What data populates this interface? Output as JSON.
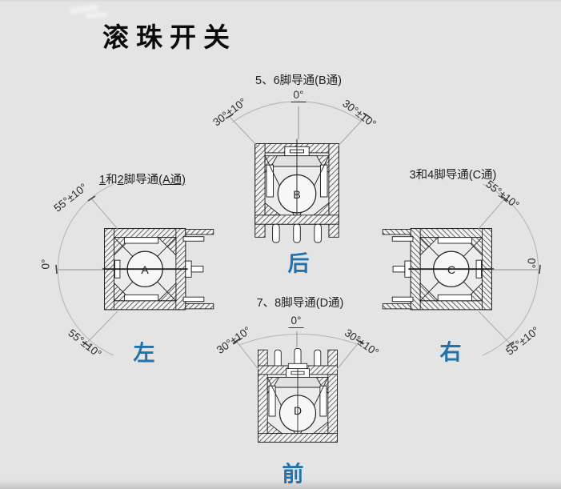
{
  "page": {
    "title": "滚珠开关",
    "background_color": "#e4e4e4",
    "line_color": "#222222",
    "dimension_color": "#b0b0b0",
    "accent_blue": "#2273ab"
  },
  "views": {
    "back": {
      "caption": "5、6脚导通(B通)",
      "zero": "0°",
      "angle_left": "30°±10°",
      "angle_right": "30°±10°",
      "letter": "B",
      "direction": "后"
    },
    "left": {
      "caption_segments": {
        "s1": "1",
        "s2": "和",
        "s3": "2",
        "s4": "脚导通",
        "s5": "(A通)"
      },
      "zero": "0°",
      "angle_top": "55°±10°",
      "angle_bottom": "55°±10°",
      "letter": "A",
      "direction": "左"
    },
    "right": {
      "caption": "3和4脚导通(C通)",
      "zero": "0°",
      "angle_top": "55°±10°",
      "angle_bottom": "55°±10°",
      "letter": "C",
      "direction": "右"
    },
    "front": {
      "caption": "7、8脚导通(D通)",
      "zero": "0°",
      "angle_left": "30°±10°",
      "angle_right": "30°±10°",
      "letter": "D",
      "direction": "前"
    }
  }
}
